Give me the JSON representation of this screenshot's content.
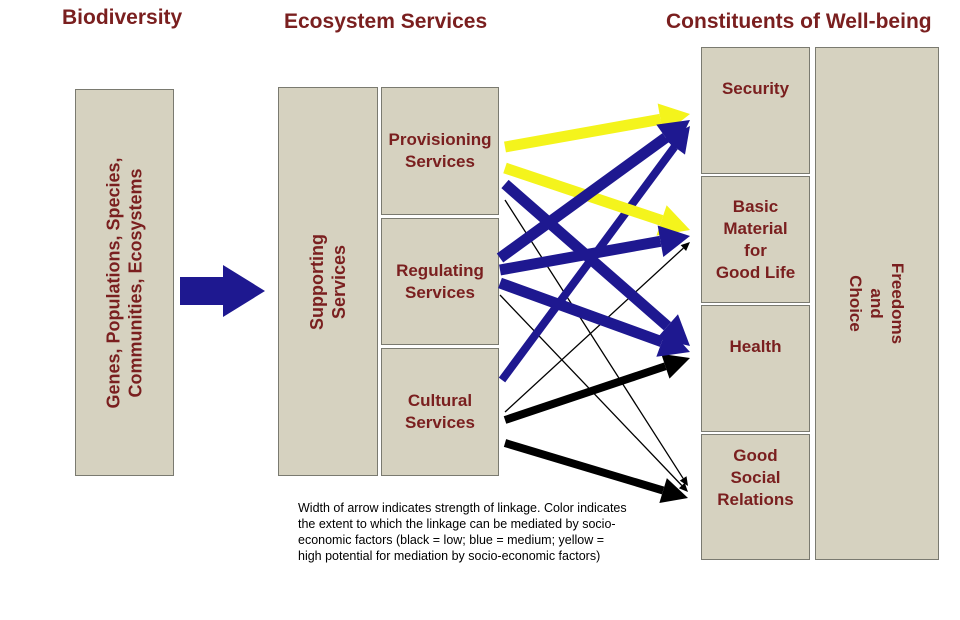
{
  "headings": {
    "biodiversity": "Biodiversity",
    "ecosystem_services": "Ecosystem Services",
    "wellbeing": "Constituents of Well-being"
  },
  "biodiversity_box": {
    "line1": "Genes, Populations, Species,",
    "line2": "Communities, Ecosystems"
  },
  "supporting": {
    "line1": "Supporting",
    "line2": "Services"
  },
  "services": {
    "provisioning": {
      "line1": "Provisioning",
      "line2": "Services"
    },
    "regulating": {
      "line1": "Regulating",
      "line2": "Services"
    },
    "cultural": {
      "line1": "Cultural",
      "line2": "Services"
    }
  },
  "wellbeing": {
    "security": {
      "line1": "Security"
    },
    "basic_material": {
      "line1": "Basic",
      "line2": "Material",
      "line3": "for",
      "line4": "Good Life"
    },
    "health": {
      "line1": "Health"
    },
    "social": {
      "line1": "Good",
      "line2": "Social",
      "line3": "Relations"
    },
    "freedom": {
      "line1": "Freedoms",
      "line2": "and",
      "line3": "Choice"
    }
  },
  "legend_text": "Width of arrow indicates strength of linkage.  Color indicates the extent to which the linkage can be mediated by socio-economic factors (black = low; blue = medium; yellow = high potential for mediation by socio-economic factors)",
  "colors": {
    "heading": "#7a1f1f",
    "box_fill": "#d6d2c0",
    "black": "#000000",
    "blue": "#1e1890",
    "yellow": "#f4f41c"
  },
  "links": [
    {
      "from": "provisioning",
      "to": "security",
      "color": "yellow",
      "strength": "strong"
    },
    {
      "from": "provisioning",
      "to": "basic_material",
      "color": "yellow",
      "strength": "strong"
    },
    {
      "from": "provisioning",
      "to": "health",
      "color": "blue",
      "strength": "strong"
    },
    {
      "from": "provisioning",
      "to": "social",
      "color": "black",
      "strength": "weak"
    },
    {
      "from": "regulating",
      "to": "security",
      "color": "blue",
      "strength": "strong"
    },
    {
      "from": "regulating",
      "to": "basic_material",
      "color": "blue",
      "strength": "strong"
    },
    {
      "from": "regulating",
      "to": "health",
      "color": "blue",
      "strength": "strong"
    },
    {
      "from": "regulating",
      "to": "social",
      "color": "black",
      "strength": "weak"
    },
    {
      "from": "cultural",
      "to": "security",
      "color": "blue",
      "strength": "medium"
    },
    {
      "from": "cultural",
      "to": "basic_material",
      "color": "black",
      "strength": "weak"
    },
    {
      "from": "cultural",
      "to": "health",
      "color": "black",
      "strength": "medium"
    },
    {
      "from": "cultural",
      "to": "social",
      "color": "black",
      "strength": "medium"
    }
  ]
}
